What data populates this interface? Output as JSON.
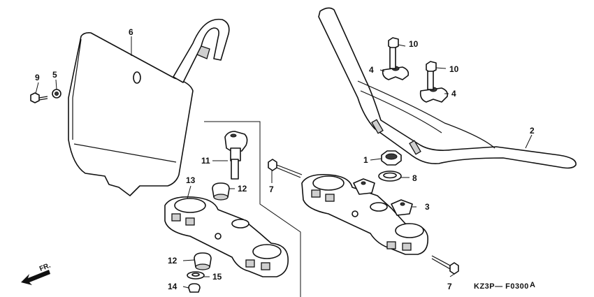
{
  "diagram": {
    "drawing_code": "KZ3P— F0300",
    "drawing_suffix": "A",
    "front_label": "FR.",
    "callouts": {
      "c1": "1",
      "c2": "2",
      "c3": "3",
      "c4a": "4",
      "c4b": "4",
      "c5": "5",
      "c6": "6",
      "c7a": "7",
      "c7b": "7",
      "c8": "8",
      "c9": "9",
      "c10a": "10",
      "c10b": "10",
      "c11": "11",
      "c12a": "12",
      "c12b": "12",
      "c13": "13",
      "c14": "14",
      "c15": "15"
    }
  }
}
